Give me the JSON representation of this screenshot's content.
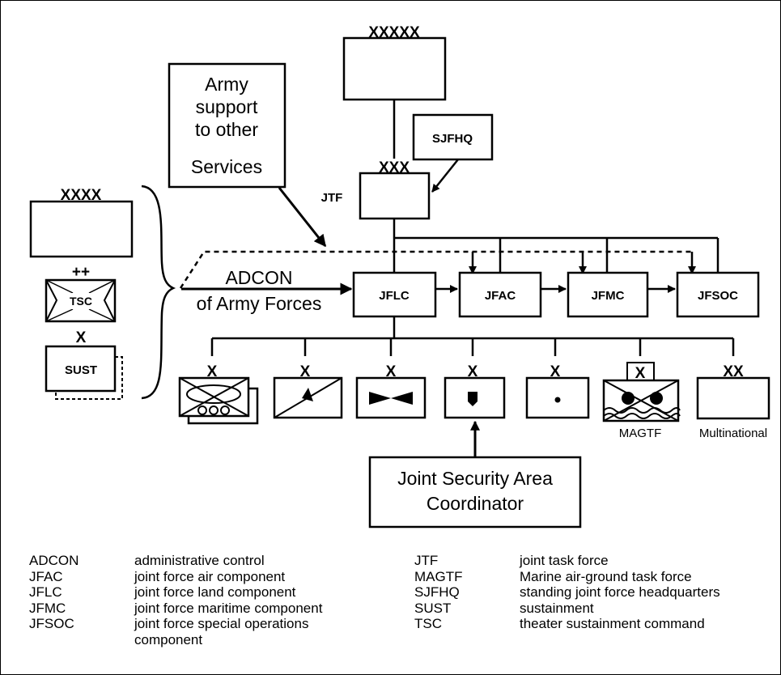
{
  "diagram": {
    "echelons": {
      "top_command": "XXXXX",
      "jtf_unit": "XXX",
      "army_unit": "XXXX",
      "tsc_unit": "++",
      "sust_unit": "X",
      "brigade": "X",
      "division": "XX",
      "magtf_unit": "X"
    },
    "labels": {
      "army_support": [
        "Army",
        "support",
        "to other",
        "Services"
      ],
      "sjfhq": "SJFHQ",
      "jtf": "JTF",
      "adcon": [
        "ADCON",
        "of Army Forces"
      ],
      "tsc": "TSC",
      "sust": "SUST",
      "components": [
        "JFLC",
        "JFAC",
        "JFMC",
        "JFSOC"
      ],
      "magtf": "MAGTF",
      "multinational": "Multinational",
      "jsac": [
        "Joint Security Area",
        "Coordinator"
      ]
    }
  },
  "glossary": {
    "left": [
      {
        "term": "ADCON",
        "def": [
          "administrative control"
        ]
      },
      {
        "term": "JFAC",
        "def": [
          "joint force air component"
        ]
      },
      {
        "term": "JFLC",
        "def": [
          "joint force land component"
        ]
      },
      {
        "term": "JFMC",
        "def": [
          "joint force maritime component"
        ]
      },
      {
        "term": "JFSOC",
        "def": [
          "joint force special operations",
          "component"
        ]
      }
    ],
    "right": [
      {
        "term": "JTF",
        "def": [
          "joint task force"
        ]
      },
      {
        "term": "MAGTF",
        "def": [
          "Marine air-ground task force"
        ]
      },
      {
        "term": "SJFHQ",
        "def": [
          "standing joint force headquarters"
        ]
      },
      {
        "term": "SUST",
        "def": [
          "sustainment"
        ]
      },
      {
        "term": "TSC",
        "def": [
          "theater sustainment command"
        ]
      }
    ]
  }
}
